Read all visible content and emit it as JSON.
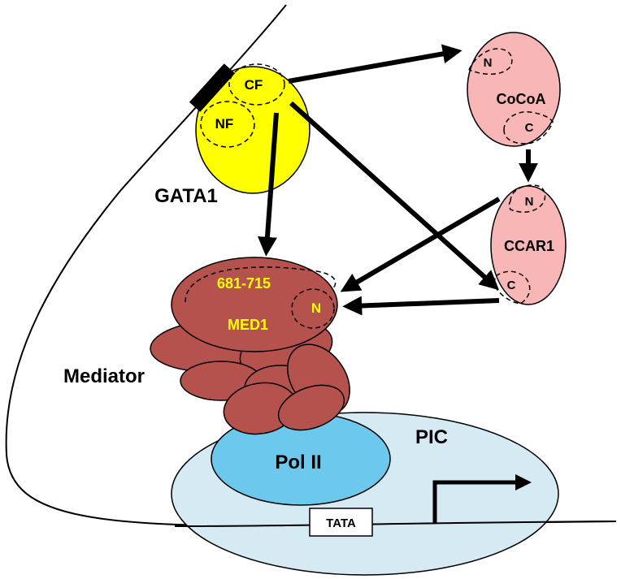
{
  "gata1": {
    "label": "GATA1",
    "cf_label": "CF",
    "nf_label": "NF",
    "color": "#FFFF00"
  },
  "cocoa": {
    "label": "CoCoA",
    "n_label": "N",
    "c_label": "C",
    "color": "#F9B6B6"
  },
  "ccar1": {
    "label": "CCAR1",
    "n_label": "N",
    "c_label": "C",
    "color": "#F9B6B6"
  },
  "med1": {
    "label": "MED1",
    "region_label": "681-715",
    "n_label": "N",
    "color": "#B5524E",
    "text_color": "#FFFF00"
  },
  "mediator": {
    "label": "Mediator"
  },
  "pic": {
    "label": "PIC",
    "color": "#D6EAF3"
  },
  "pol2": {
    "label": "Pol II",
    "color": "#6CC8EC"
  },
  "tata": {
    "label": "TATA"
  }
}
